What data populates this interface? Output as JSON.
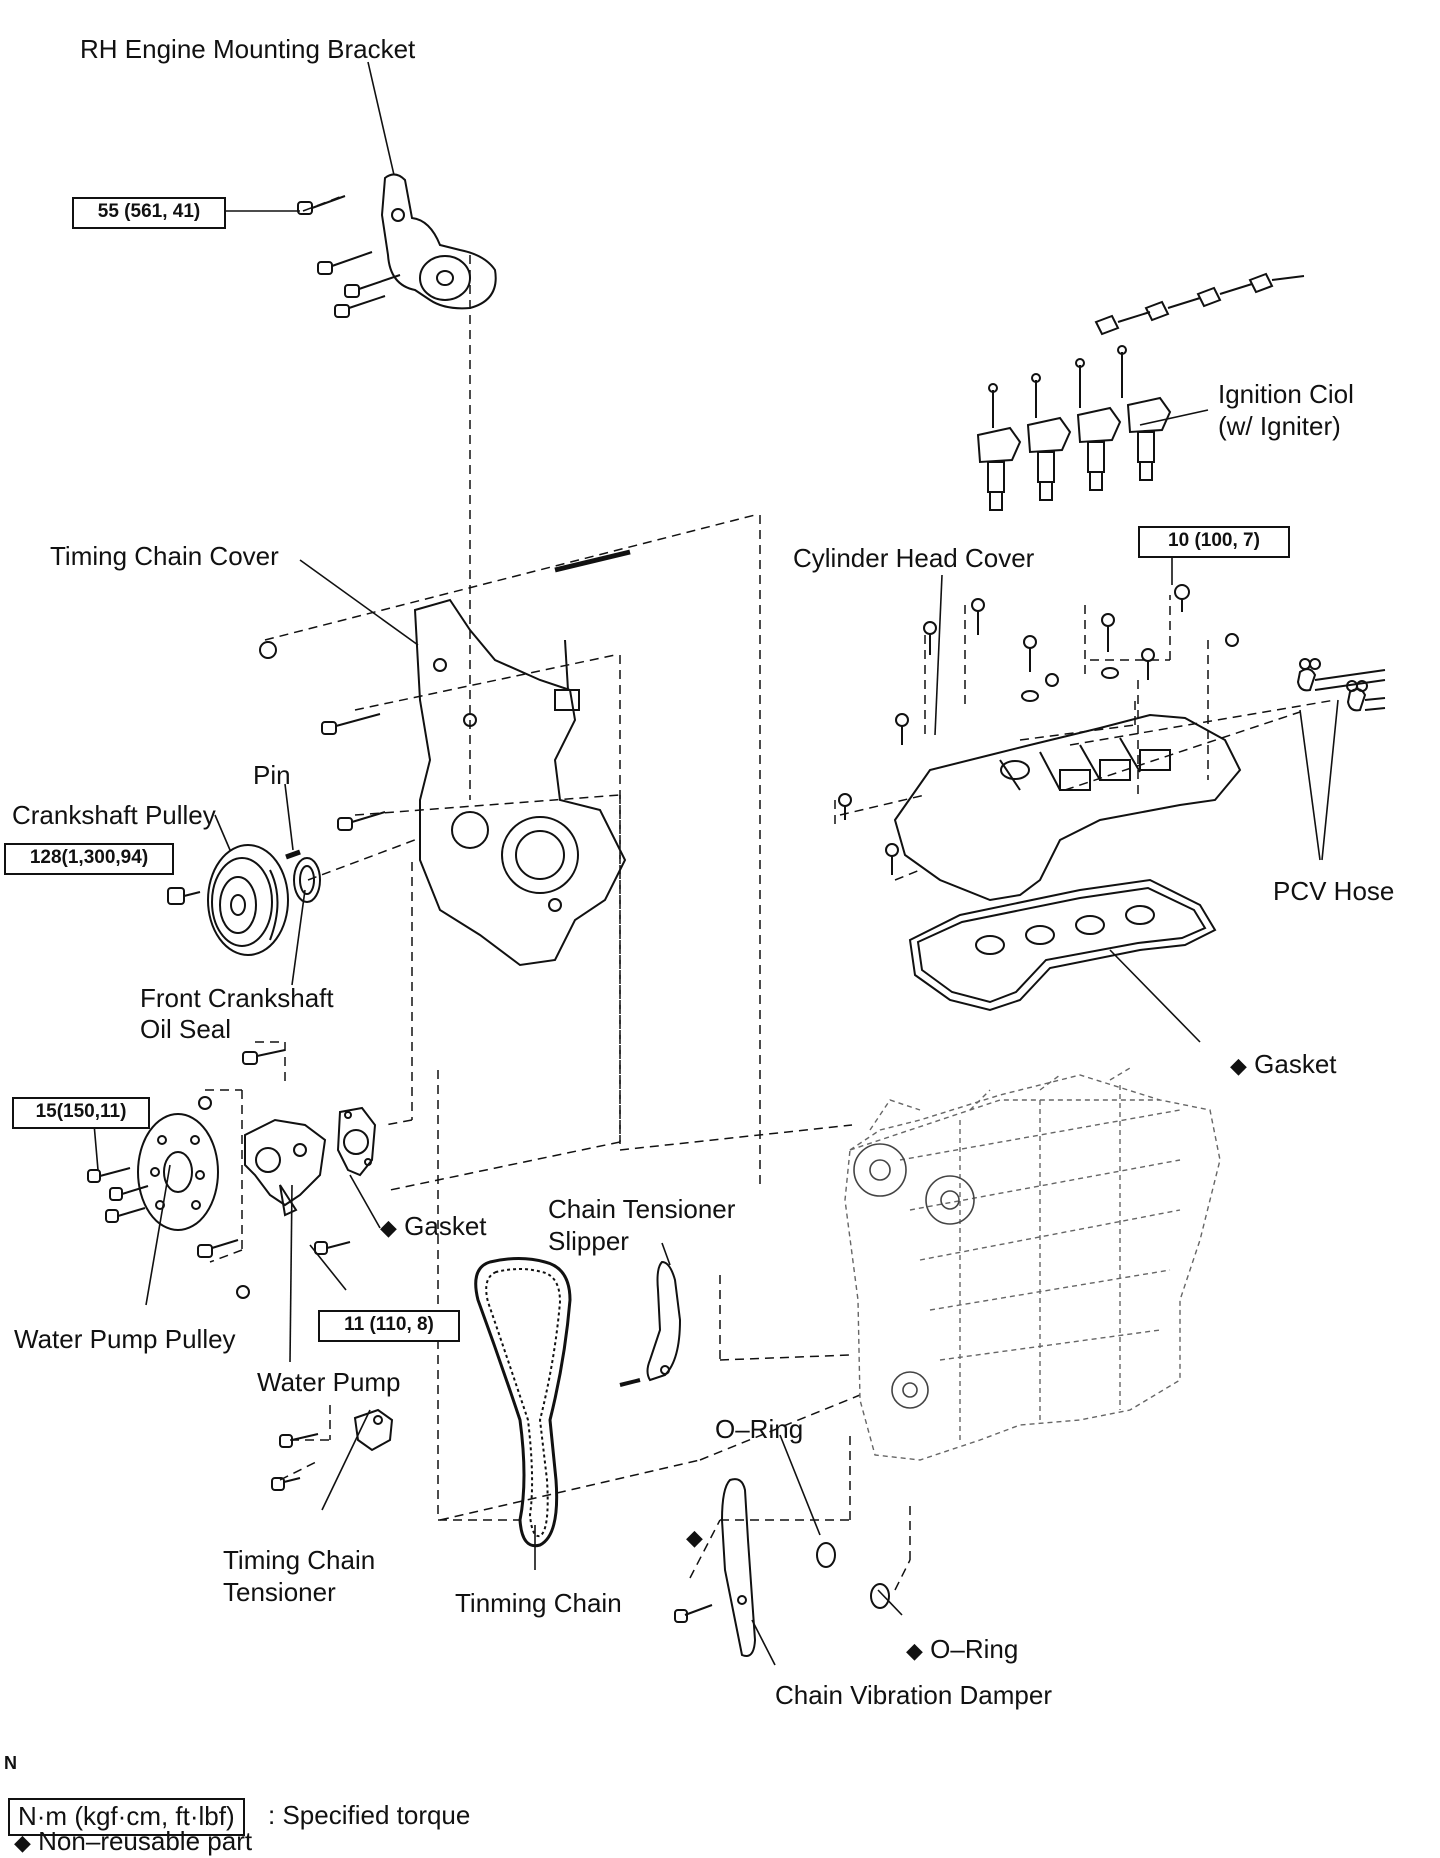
{
  "labels": {
    "rh_mount": "RH Engine Mounting Bracket",
    "ignition_coil_1": "Ignition Ciol",
    "ignition_coil_2": "(w/ Igniter)",
    "timing_chain_cover": "Timing Chain Cover",
    "cylinder_head_cover": "Cylinder Head Cover",
    "pin": "Pin",
    "crankshaft_pulley": "Crankshaft Pulley",
    "pcv_hose": "PCV Hose",
    "front_seal_1": "Front Crankshaft",
    "front_seal_2": "Oil Seal",
    "gasket": "Gasket",
    "chain_tensioner_slipper_1": "Chain Tensioner",
    "chain_tensioner_slipper_2": "Slipper",
    "water_pump_pulley": "Water Pump Pulley",
    "water_pump": "Water Pump",
    "o_ring": "O–Ring",
    "timing_chain_tensioner_1": "Timing Chain",
    "timing_chain_tensioner_2": "Tensioner",
    "timing_chain": "Tinming Chain",
    "chain_vibration_damper": "Chain Vibration Damper",
    "corner_mark": "N"
  },
  "torque": {
    "mount_bolt": "55 (561, 41)",
    "head_cover_bolt": "10 (100, 7)",
    "crank_bolt": "128(1,300,94)",
    "pulley_bolt": "15(150,11)",
    "pump_bolt": "11 (110, 8)"
  },
  "legend": {
    "unit_box": "N·m (kgf·cm, ft·lbf)",
    "unit_desc": ": Specified torque",
    "nonreusable": "Non–reusable part",
    "diamond": "◆"
  }
}
